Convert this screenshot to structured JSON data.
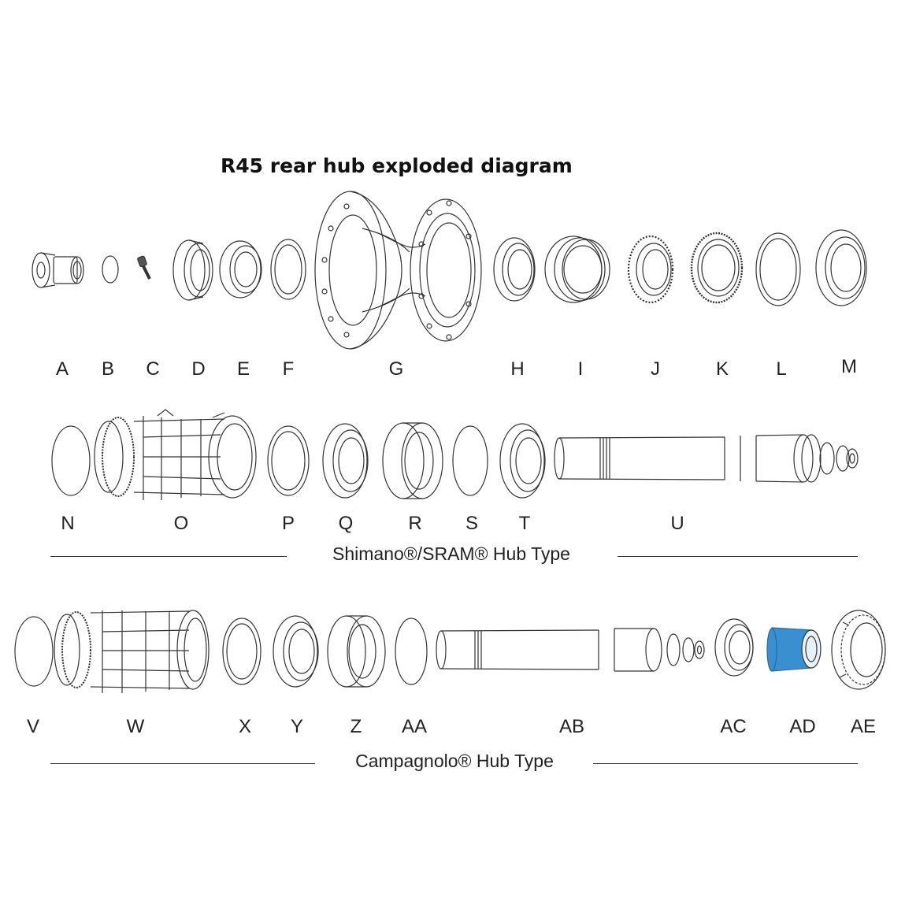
{
  "title": "R45 rear hub exploded diagram",
  "row1_labels": [
    "A",
    "B",
    "C",
    "D",
    "E",
    "F",
    "G",
    "H",
    "I",
    "J",
    "K",
    "L",
    "M"
  ],
  "row2_labels": [
    "N",
    "O",
    "P",
    "Q",
    "R",
    "S",
    "T",
    "U"
  ],
  "row3_labels": [
    "V",
    "W",
    "X",
    "Y",
    "Z",
    "AA",
    "AB",
    "AC",
    "AD",
    "AE"
  ],
  "sections": {
    "shimano": "Shimano®/SRAM® Hub Type",
    "campagnolo": "Campagnolo® Hub Type"
  },
  "colors": {
    "line": "#333333",
    "highlight": "#3a8fd0"
  }
}
